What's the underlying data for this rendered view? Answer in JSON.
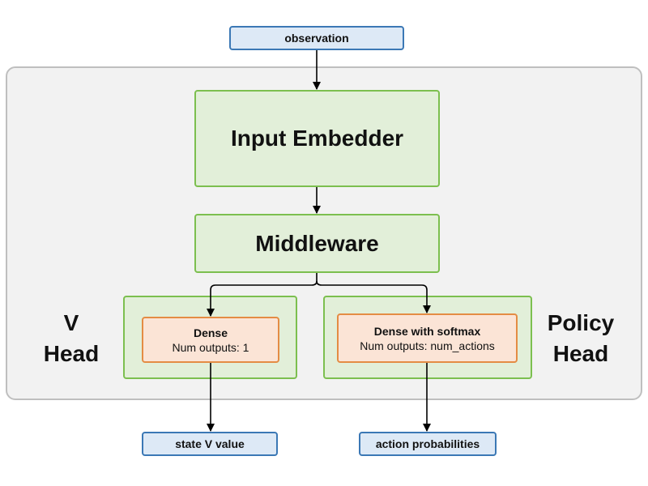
{
  "inputs": {
    "observation": "observation"
  },
  "network": {
    "input_embedder": "Input Embedder",
    "middleware": "Middleware"
  },
  "v_head": {
    "label_line1": "V",
    "label_line2": "Head",
    "layer_title": "Dense",
    "layer_detail": "Num outputs: 1",
    "output": "state V value"
  },
  "policy_head": {
    "label_line1": "Policy",
    "label_line2": "Head",
    "layer_title": "Dense with softmax",
    "layer_detail": "Num outputs: num_actions",
    "output": "action probabilities"
  },
  "colors": {
    "io_fill": "#dde9f6",
    "io_border": "#3b78b5",
    "block_fill": "#e2efd9",
    "block_border": "#7cbf4f",
    "layer_fill": "#fbe4d6",
    "layer_border": "#e48c44",
    "container_fill": "#f2f2f2",
    "container_border": "#bfbfbf"
  }
}
